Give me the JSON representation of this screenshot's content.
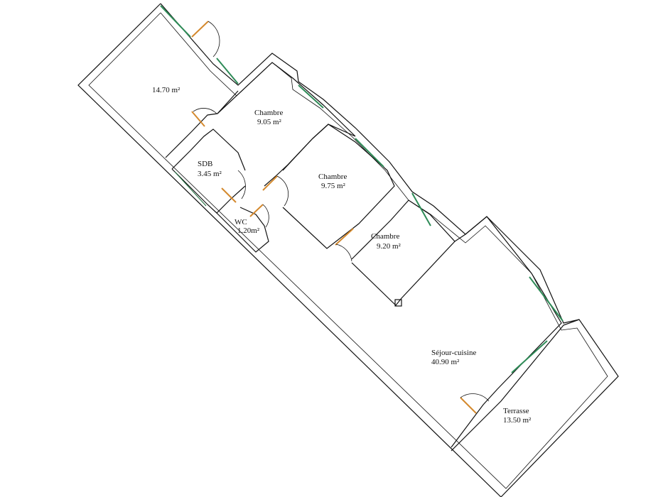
{
  "rooms": {
    "room_top": {
      "area": "14.70 m²"
    },
    "chambre_1": {
      "name": "Chambre",
      "area": "9.05 m²"
    },
    "sdb": {
      "name": "SDB",
      "area": "3.45 m²"
    },
    "chambre_2": {
      "name": "Chambre",
      "area": "9.75 m²"
    },
    "wc": {
      "name": "WC",
      "area": "1.20m²"
    },
    "chambre_3": {
      "name": "Chambre",
      "area": "9.20 m²"
    },
    "sejour": {
      "name": "Séjour-cuisine",
      "area": "40.90 m²"
    },
    "terrasse": {
      "name": "Terrasse",
      "area": "13.50 m²"
    }
  },
  "colors": {
    "wall": "#111111",
    "window": "#2e8b57",
    "door": "#d4892e",
    "background": "#ffffff"
  }
}
